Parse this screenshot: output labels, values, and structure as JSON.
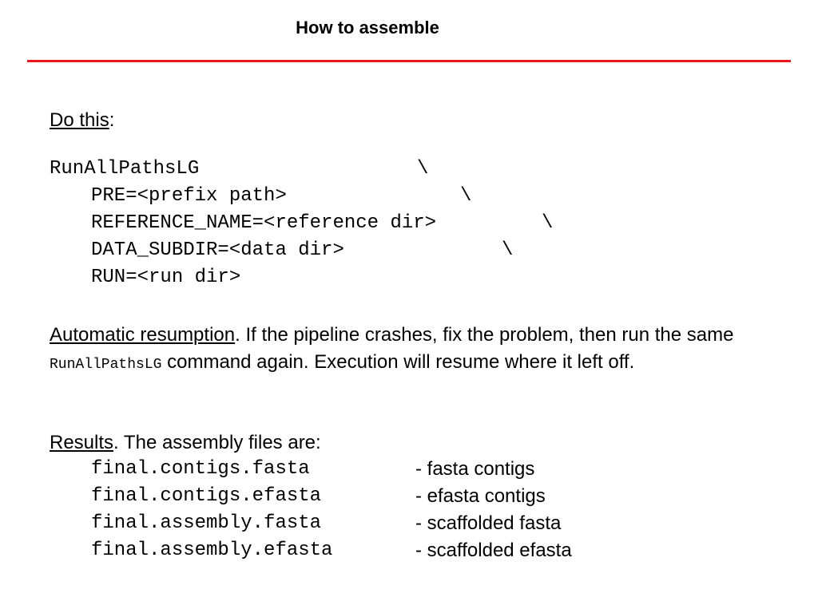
{
  "title": "How to assemble",
  "colors": {
    "rule": "#e8191a",
    "text": "#000000",
    "background": "#ffffff"
  },
  "do_this": {
    "label": "Do this",
    "suffix": ":"
  },
  "command": {
    "name": "RunAllPathsLG",
    "args": [
      "PRE=<prefix path>",
      "REFERENCE_NAME=<reference dir>",
      "DATA_SUBDIR=<data dir>",
      "RUN=<run dir>"
    ],
    "continuation": "\\"
  },
  "resumption": {
    "label": "Automatic resumption",
    "text_before": ". If the pipeline crashes, fix the problem, then run the same ",
    "command": "RunAllPathsLG",
    "text_after": " command again. Execution will resume where it left off."
  },
  "results": {
    "label": "Results",
    "text": ". The assembly files are:",
    "files": [
      {
        "name": "final.contigs.fasta",
        "desc": "- fasta contigs"
      },
      {
        "name": "final.contigs.efasta",
        "desc": "- efasta contigs"
      },
      {
        "name": "final.assembly.fasta",
        "desc": "- scaffolded fasta"
      },
      {
        "name": "final.assembly.efasta",
        "desc": "- scaffolded efasta"
      }
    ]
  }
}
